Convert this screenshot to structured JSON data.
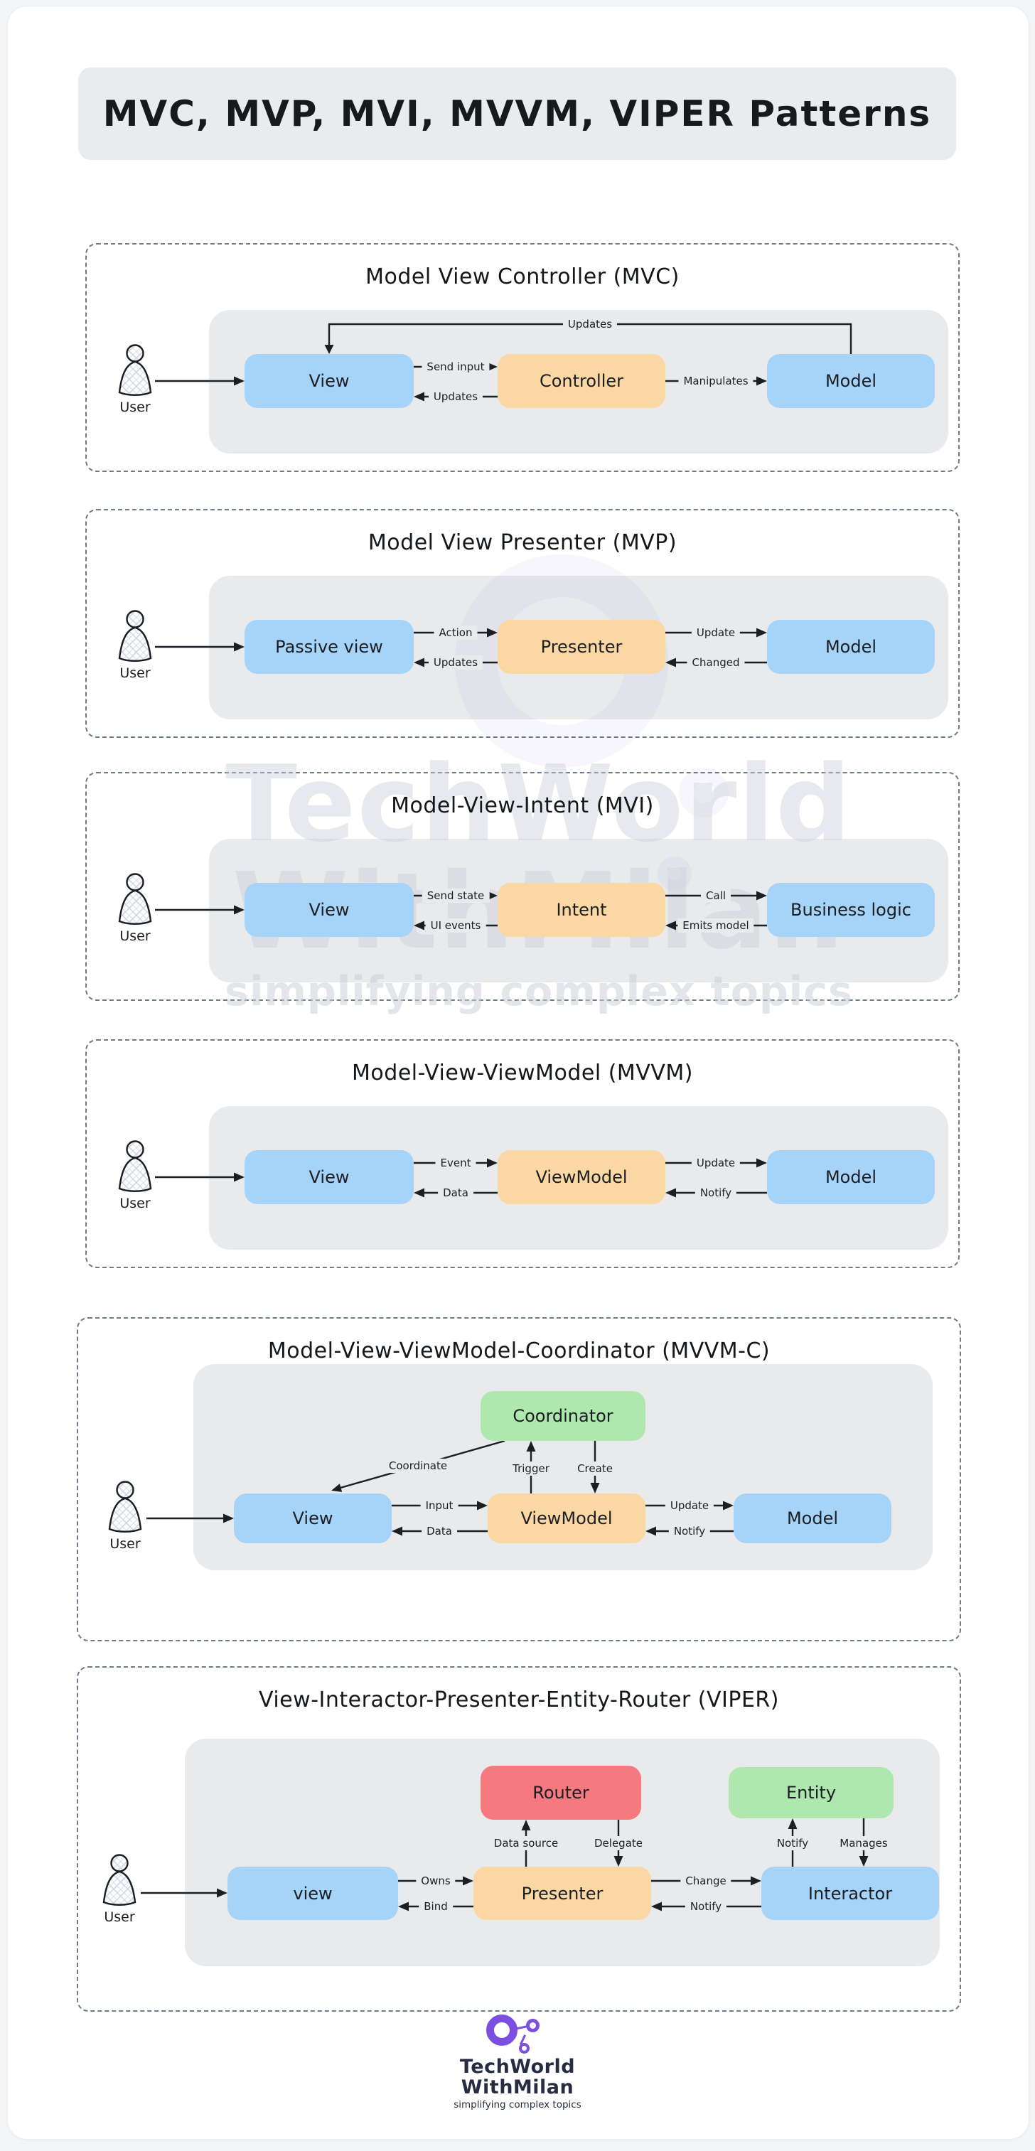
{
  "page": {
    "title": "MVC, MVP, MVI, MVVM, VIPER Patterns"
  },
  "watermark": {
    "line1": "TechWorld",
    "line2": "WithMilan",
    "tagline": "simplifying complex topics"
  },
  "logo": {
    "line1": "TechWorld",
    "line2": "WithMilan",
    "tagline": "simplifying complex topics"
  },
  "colors": {
    "node_blue": "#a6d4f8",
    "node_orange": "#fbd7a3",
    "node_green": "#aee8ae",
    "node_red": "#f5797e",
    "panel_gray": "#e8eaec",
    "brand_purple": "#7b4fe0",
    "text_dark": "#1b1e22"
  },
  "sections": [
    {
      "title": "Model View Controller (MVC)",
      "user_label": "User",
      "nodes": {
        "left": "View",
        "mid": "Controller",
        "right": "Model"
      },
      "arrows": {
        "loop": "Updates",
        "ab_fwd": "Send input",
        "ab_back": "Updates",
        "bc_fwd": "Manipulates"
      }
    },
    {
      "title": "Model View Presenter (MVP)",
      "user_label": "User",
      "nodes": {
        "left": "Passive view",
        "mid": "Presenter",
        "right": "Model"
      },
      "arrows": {
        "ab_fwd": "Action",
        "ab_back": "Updates",
        "bc_fwd": "Update",
        "bc_back": "Changed"
      }
    },
    {
      "title": "Model-View-Intent (MVI)",
      "user_label": "User",
      "nodes": {
        "left": "View",
        "mid": "Intent",
        "right": "Business logic"
      },
      "arrows": {
        "ab_fwd": "Send state",
        "ab_back": "UI events",
        "bc_fwd": "Call",
        "bc_back": "Emits model"
      }
    },
    {
      "title": "Model-View-ViewModel (MVVM)",
      "user_label": "User",
      "nodes": {
        "left": "View",
        "mid": "ViewModel",
        "right": "Model"
      },
      "arrows": {
        "ab_fwd": "Event",
        "ab_back": "Data",
        "bc_fwd": "Update",
        "bc_back": "Notify"
      }
    },
    {
      "title": "Model-View-ViewModel-Coordinator (MVVM-C)",
      "user_label": "User",
      "nodes": {
        "left": "View",
        "mid": "ViewModel",
        "right": "Model",
        "top": "Coordinator"
      },
      "arrows": {
        "ab_fwd": "Input",
        "ab_back": "Data",
        "bc_fwd": "Update",
        "bc_back": "Notify",
        "diag": "Coordinate",
        "up": "Trigger",
        "down": "Create"
      }
    },
    {
      "title": "View-Interactor-Presenter-Entity-Router (VIPER)",
      "user_label": "User",
      "nodes": {
        "left": "view",
        "mid": "Presenter",
        "right": "Interactor",
        "top_mid": "Router",
        "top_right": "Entity"
      },
      "arrows": {
        "ab_fwd": "Owns",
        "ab_back": "Bind",
        "bc_fwd": "Change",
        "bc_back": "Notify",
        "mid_up": "Data source",
        "mid_down": "Delegate",
        "right_up": "Notify",
        "right_down": "Manages"
      }
    }
  ]
}
